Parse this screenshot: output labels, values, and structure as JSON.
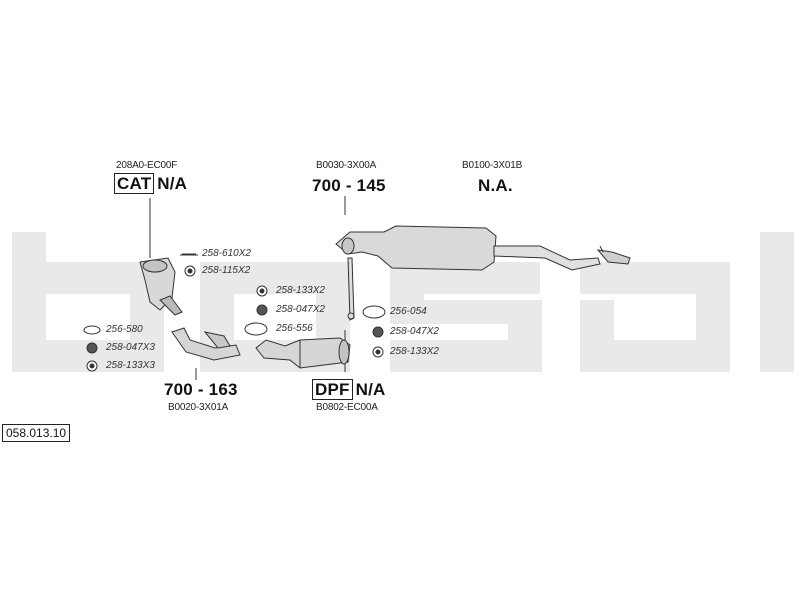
{
  "brand": {
    "watermark": "bosal",
    "watermark_color": "#e9e9e9"
  },
  "diagram_ref": "058.013.10",
  "catalyst": {
    "oem": "208A0-EC00F",
    "box_label": "CAT",
    "status": "N/A"
  },
  "front_pipe": {
    "code": "700 - 163",
    "oem": "B0020-3X01A"
  },
  "rear_silencer": {
    "code": "700 - 145",
    "oem": "B0030-3X00A"
  },
  "tail": {
    "oem": "B0100-3X01B",
    "status": "N.A."
  },
  "dpf": {
    "box_label": "DPF",
    "status": "N/A",
    "oem": "B0802-EC00A"
  },
  "accessories": {
    "a1": "258-610X2",
    "a2": "258-115X2",
    "a3": "256-580",
    "a4": "258-047X3",
    "a5": "258-133X3",
    "a6": "258-133X2",
    "a7": "258-047X2",
    "a8": "256-556",
    "a9": "256-054",
    "a10": "258-047X2",
    "a11": "258-133X2"
  }
}
